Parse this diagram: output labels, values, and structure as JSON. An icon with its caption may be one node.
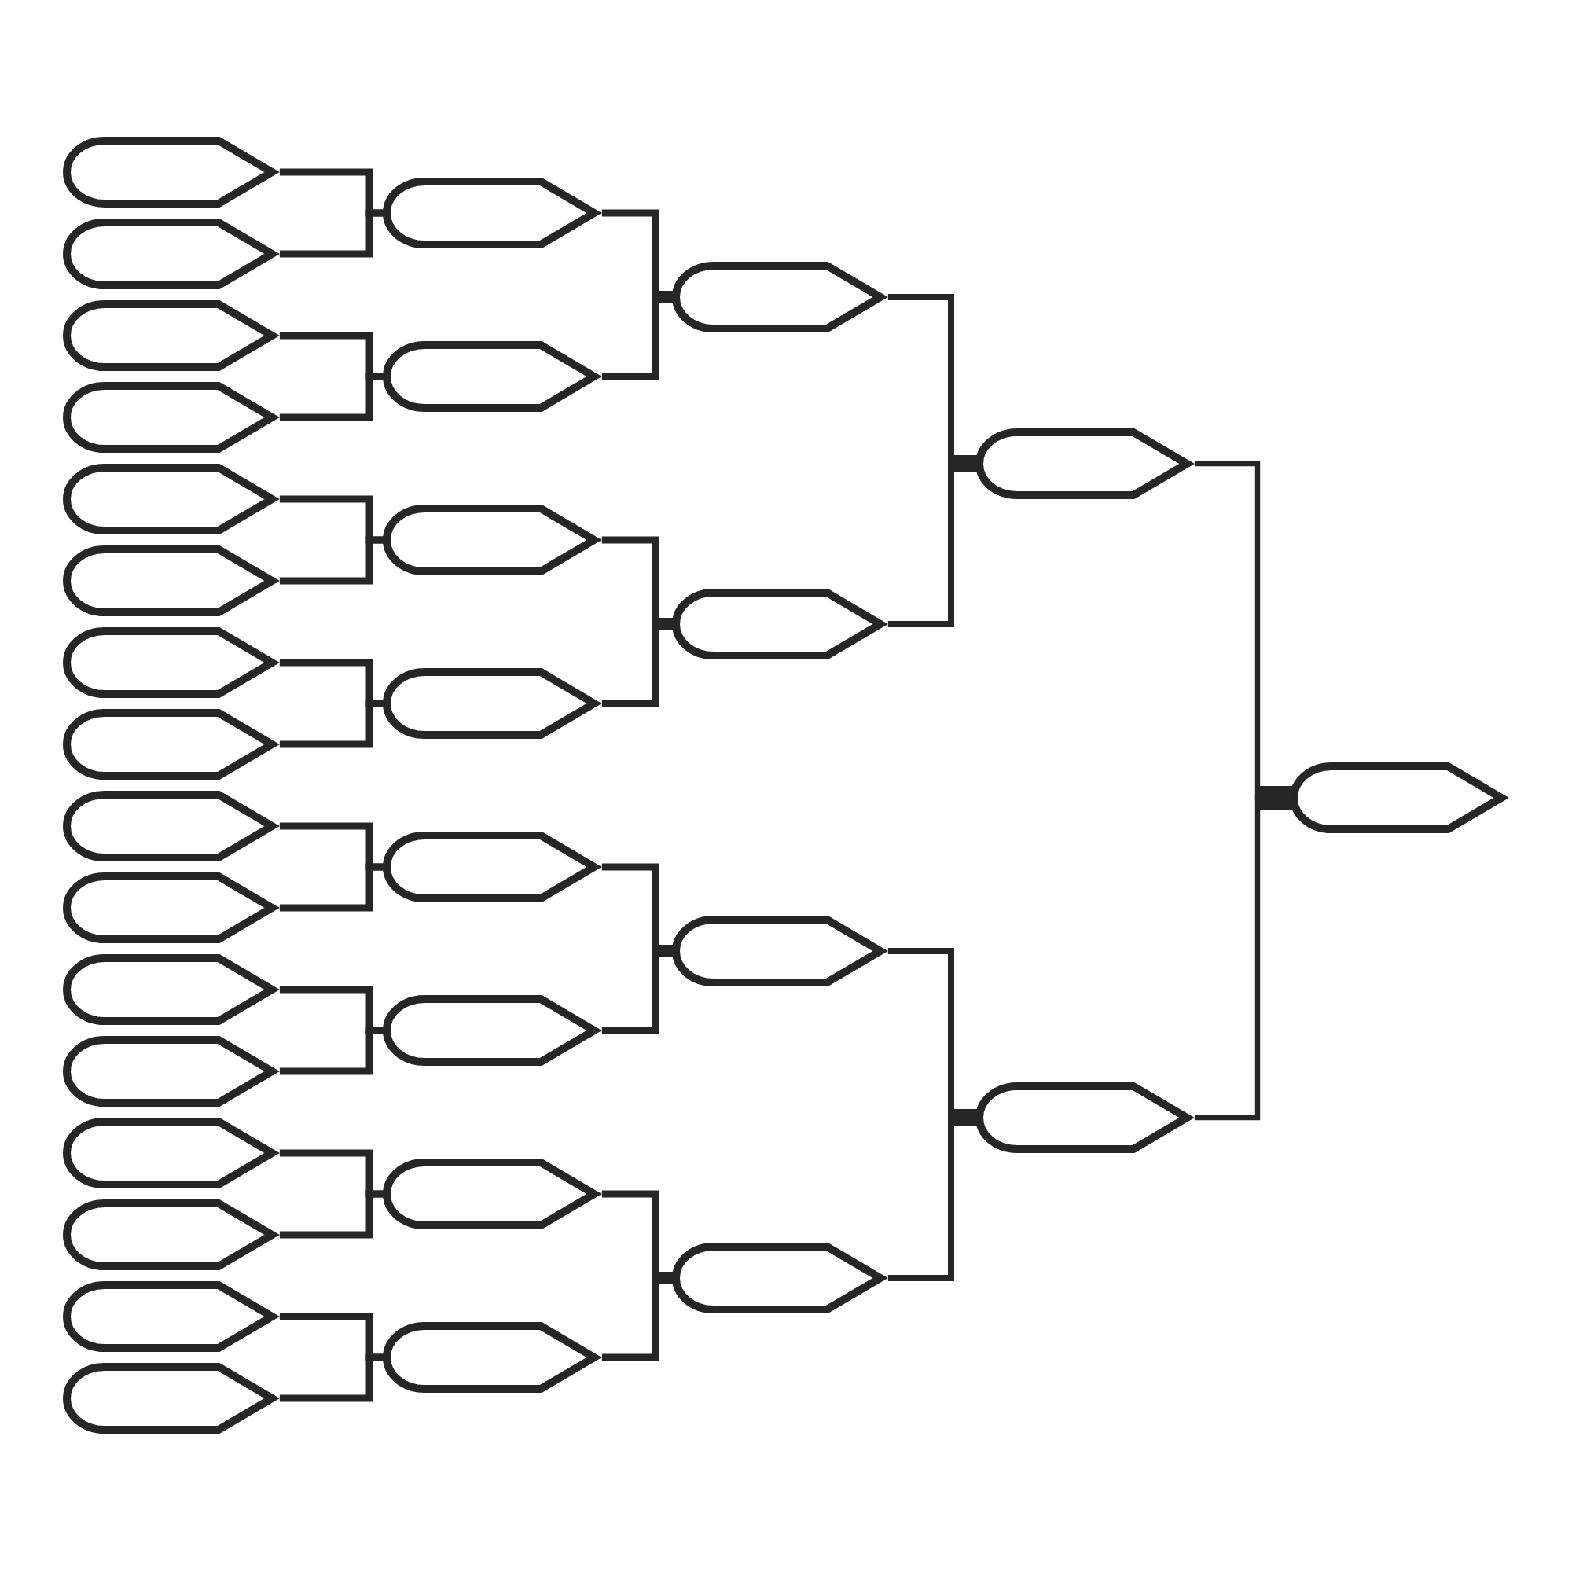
{
  "diagram": {
    "nodes": [
      {
        "text": [],
        "shape": "box"
      },
      {
        "text": [],
        "shape": "box"
      },
      {
        "text": [],
        "shape": "box"
      },
      {
        "text": [],
        "shape": "box"
      },
      {
        "text": [],
        "shape": "box"
      },
      {
        "text": [],
        "shape": "box"
      },
      {
        "text": [],
        "shape": "box"
      },
      {
        "text": [],
        "shape": "box"
      },
      {
        "text": [],
        "shape": "box"
      },
      {
        "text": [],
        "shape": "box"
      },
      {
        "text": [],
        "shape": "box"
      },
      {
        "text": [],
        "shape": "box"
      },
      {
        "text": [],
        "shape": "box"
      },
      {
        "text": [],
        "shape": "box"
      },
      {
        "text": [],
        "shape": "box"
      },
      {
        "text": [],
        "shape": "box"
      },
      {
        "text": [],
        "shape": "box"
      },
      {
        "text": [],
        "shape": "box"
      },
      {
        "text": [],
        "shape": "box"
      },
      {
        "text": [],
        "shape": "box"
      },
      {
        "text": [],
        "shape": "box"
      },
      {
        "text": [],
        "shape": "box"
      },
      {
        "text": [],
        "shape": "box"
      },
      {
        "text": [],
        "shape": "box"
      },
      {
        "text": [],
        "shape": "box"
      },
      {
        "text": [],
        "shape": "box"
      },
      {
        "text": [],
        "shape": "box"
      },
      {
        "text": [],
        "shape": "box"
      },
      {
        "text": [],
        "shape": "box"
      },
      {
        "text": [],
        "shape": "box"
      },
      {
        "text": [],
        "shape": "box"
      }
    ],
    "edges": [
      {
        "from": 0,
        "to": 16,
        "arrow": "none"
      },
      {
        "from": 1,
        "to": 16,
        "arrow": "none"
      },
      {
        "from": 2,
        "to": 17,
        "arrow": "none"
      },
      {
        "from": 3,
        "to": 17,
        "arrow": "none"
      },
      {
        "from": 4,
        "to": 18,
        "arrow": "none"
      },
      {
        "from": 5,
        "to": 18,
        "arrow": "none"
      },
      {
        "from": 6,
        "to": 19,
        "arrow": "none"
      },
      {
        "from": 7,
        "to": 19,
        "arrow": "none"
      },
      {
        "from": 8,
        "to": 20,
        "arrow": "none"
      },
      {
        "from": 9,
        "to": 20,
        "arrow": "none"
      },
      {
        "from": 10,
        "to": 21,
        "arrow": "none"
      },
      {
        "from": 11,
        "to": 21,
        "arrow": "none"
      },
      {
        "from": 12,
        "to": 22,
        "arrow": "none"
      },
      {
        "from": 13,
        "to": 22,
        "arrow": "none"
      },
      {
        "from": 14,
        "to": 23,
        "arrow": "none"
      },
      {
        "from": 15,
        "to": 23,
        "arrow": "none"
      },
      {
        "from": 16,
        "to": 24,
        "arrow": "other"
      },
      {
        "from": 17,
        "to": 24,
        "arrow": "other"
      },
      {
        "from": 18,
        "to": 25,
        "arrow": "other"
      },
      {
        "from": 19,
        "to": 25,
        "arrow": "other"
      },
      {
        "from": 20,
        "to": 26,
        "arrow": "other"
      },
      {
        "from": 21,
        "to": 26,
        "arrow": "other"
      },
      {
        "from": 22,
        "to": 27,
        "arrow": "other"
      },
      {
        "from": 23,
        "to": 27,
        "arrow": "other"
      },
      {
        "from": 24,
        "to": 28,
        "arrow": "other"
      },
      {
        "from": 25,
        "to": 28,
        "arrow": "other"
      },
      {
        "from": 26,
        "to": 29,
        "arrow": "other"
      },
      {
        "from": 27,
        "to": 29,
        "arrow": "other"
      },
      {
        "from": 28,
        "to": 30,
        "arrow": "other"
      },
      {
        "from": 29,
        "to": 30,
        "arrow": "other"
      }
    ]
  }
}
